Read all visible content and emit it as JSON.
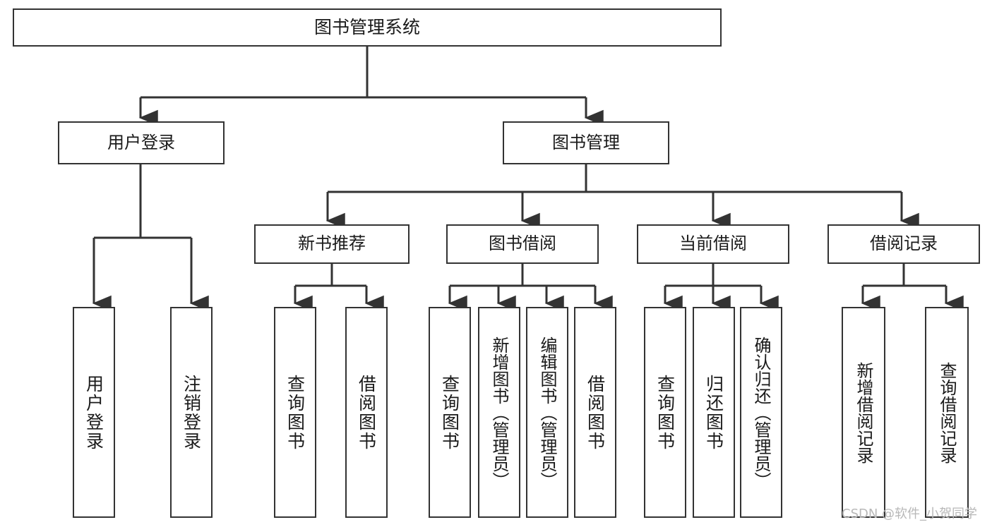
{
  "diagram": {
    "title": "图书管理系统",
    "type": "tree",
    "root": {
      "id": "root",
      "label": "图书管理系统"
    },
    "level2": [
      {
        "id": "user-login",
        "label": "用户登录"
      },
      {
        "id": "book-manage",
        "label": "图书管理"
      }
    ],
    "level3": [
      {
        "id": "new-book-recommend",
        "label": "新书推荐",
        "parent": "book-manage"
      },
      {
        "id": "book-borrow",
        "label": "图书借阅",
        "parent": "book-manage"
      },
      {
        "id": "current-borrow",
        "label": "当前借阅",
        "parent": "book-manage"
      },
      {
        "id": "borrow-record",
        "label": "借阅记录",
        "parent": "book-manage"
      }
    ],
    "leaves": [
      {
        "id": "leaf-user-login",
        "label": "用户登录",
        "parent": "user-login"
      },
      {
        "id": "leaf-logout",
        "label": "注销登录",
        "parent": "user-login"
      },
      {
        "id": "leaf-query-book-1",
        "label": "查询图书",
        "parent": "new-book-recommend"
      },
      {
        "id": "leaf-borrow-book-1",
        "label": "借阅图书",
        "parent": "new-book-recommend"
      },
      {
        "id": "leaf-query-book-2",
        "label": "查询图书",
        "parent": "book-borrow"
      },
      {
        "id": "leaf-add-book",
        "label": "新增图书（管理员）",
        "parent": "book-borrow"
      },
      {
        "id": "leaf-edit-book",
        "label": "编辑图书（管理员）",
        "parent": "book-borrow"
      },
      {
        "id": "leaf-borrow-book-2",
        "label": "借阅图书",
        "parent": "book-borrow"
      },
      {
        "id": "leaf-query-book-3",
        "label": "查询图书",
        "parent": "current-borrow"
      },
      {
        "id": "leaf-return-book",
        "label": "归还图书",
        "parent": "current-borrow"
      },
      {
        "id": "leaf-confirm-return",
        "label": "确认归还（管理员）",
        "parent": "current-borrow"
      },
      {
        "id": "leaf-add-record",
        "label": "新增借阅记录",
        "parent": "borrow-record"
      },
      {
        "id": "leaf-query-record",
        "label": "查询借阅记录",
        "parent": "borrow-record"
      }
    ],
    "colors": {
      "stroke": "#333333",
      "fill": "#ffffff",
      "text": "#1a1a1a",
      "background": "#ffffff",
      "watermark": "#b8b8b8"
    }
  },
  "watermark": {
    "text": "CSDN @软件_小贺同学"
  }
}
